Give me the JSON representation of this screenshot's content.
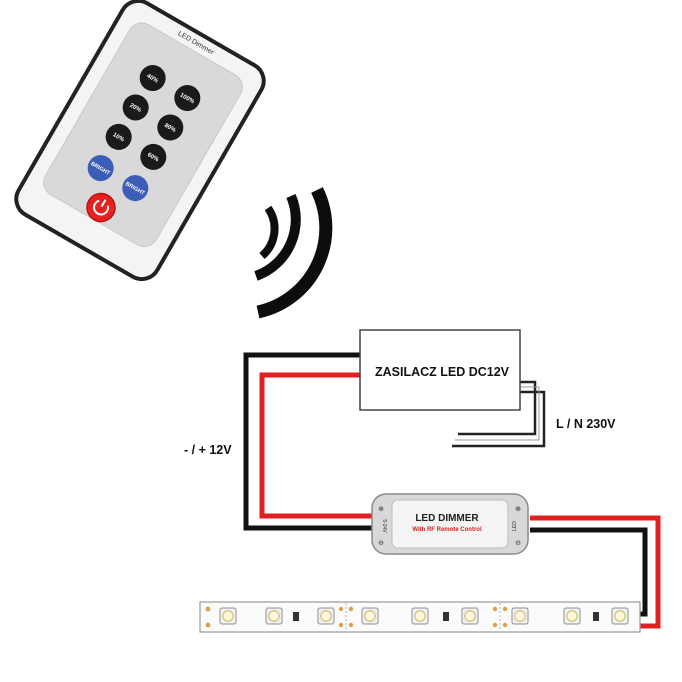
{
  "remote": {
    "brand": "LED Dimmer",
    "buttons": [
      "40%",
      "100%",
      "20%",
      "80%",
      "10%",
      "60%"
    ],
    "bright_up": "BRIGHT",
    "bright_down": "BRIGHT"
  },
  "psu": {
    "label": "ZASILACZ LED DC12V"
  },
  "mains": {
    "label": "L / N 230V"
  },
  "dc": {
    "label": "- / + 12V"
  },
  "dimmer": {
    "title": "LED DIMMER",
    "subtitle": "With RF Remote Control",
    "input_port": "5-24V",
    "output_port": "LED"
  },
  "colors": {
    "wire_red": "#e02020",
    "wire_black": "#111111",
    "power_button": "#e82020",
    "bright_buttons": "#3b5db8"
  }
}
